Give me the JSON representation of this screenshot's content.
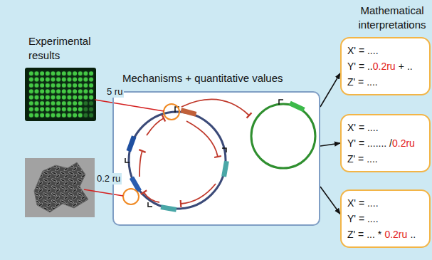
{
  "diagram": {
    "nodes": [
      {
        "text": [
          "Mechanisms + quantitative values"
        ]
      },
      {
        "text": [
          "X' = ....",
          "Y' = ..",
          "0.2ru",
          "+ ..",
          "Z' = ...."
        ]
      },
      {
        "text": [
          "X' = ....",
          "Y' = ....... /",
          "0.2ru",
          "Z' = ...."
        ]
      },
      {
        "text": [
          "X' = ....",
          "Y' = ....",
          "Z' = ... *",
          "0.2ru",
          ".."
        ]
      }
    ],
    "edges": [
      {
        "from": 0,
        "to": 1,
        "arrow": "to"
      },
      {
        "from": 0,
        "to": 2,
        "arrow": "to"
      },
      {
        "from": 0,
        "to": 3,
        "arrow": "to"
      }
    ],
    "labels": [
      "Experimental results",
      "5 ru",
      "0.2 ru",
      "Mathematical interpretations"
    ]
  }
}
